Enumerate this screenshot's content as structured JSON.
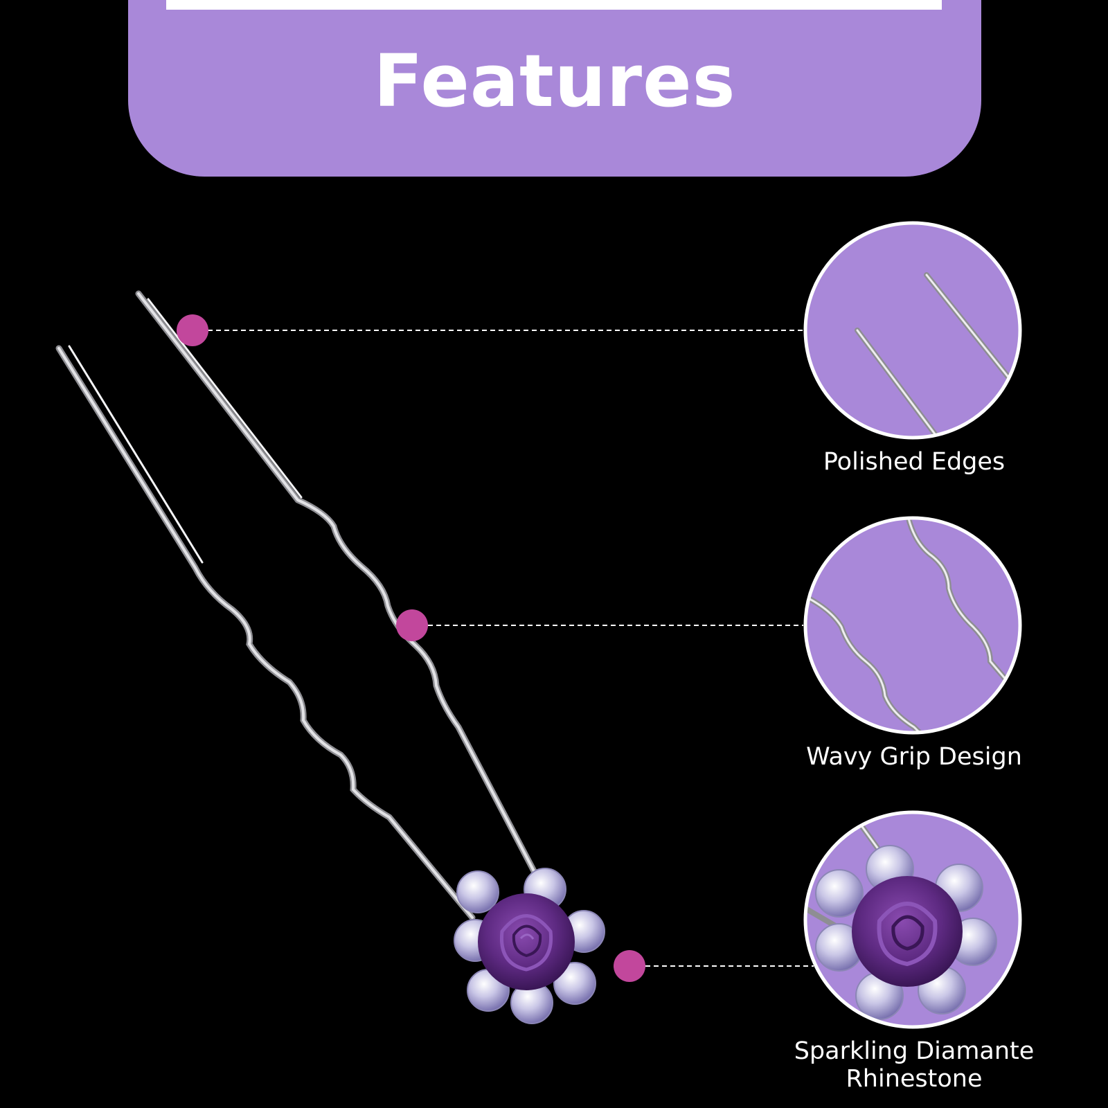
{
  "header": {
    "title": "Features"
  },
  "features": [
    {
      "label": "Polished Edges",
      "icon": "straight-tips-closeup-icon"
    },
    {
      "label": "Wavy Grip Design",
      "icon": "wavy-prongs-closeup-icon"
    },
    {
      "label": "Sparkling Diamante Rhinestone",
      "label_line1": "Sparkling Diamante",
      "label_line2": "Rhinestone",
      "icon": "flower-rhinestone-closeup-icon"
    }
  ],
  "colors": {
    "background": "#000000",
    "accent": "#a988d9",
    "marker": "#c2479c",
    "text": "#ffffff",
    "wire": "#d7d7da",
    "rose": "#5e2a82"
  }
}
